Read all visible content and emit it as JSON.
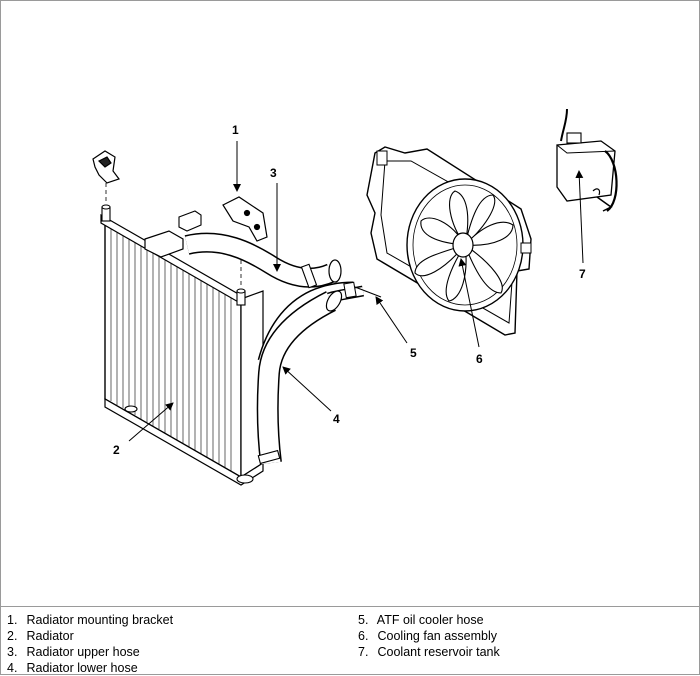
{
  "callouts": {
    "c1": "1",
    "c2": "2",
    "c3": "3",
    "c4": "4",
    "c5": "5",
    "c6": "6",
    "c7": "7"
  },
  "legend": {
    "items": [
      {
        "num": "1.",
        "label": "Radiator mounting bracket"
      },
      {
        "num": "2.",
        "label": "Radiator"
      },
      {
        "num": "3.",
        "label": "Radiator upper hose"
      },
      {
        "num": "4.",
        "label": "Radiator lower hose"
      },
      {
        "num": "5.",
        "label": "ATF oil cooler hose"
      },
      {
        "num": "6.",
        "label": "Cooling fan assembly"
      },
      {
        "num": "7.",
        "label": "Coolant reservoir tank"
      }
    ]
  }
}
